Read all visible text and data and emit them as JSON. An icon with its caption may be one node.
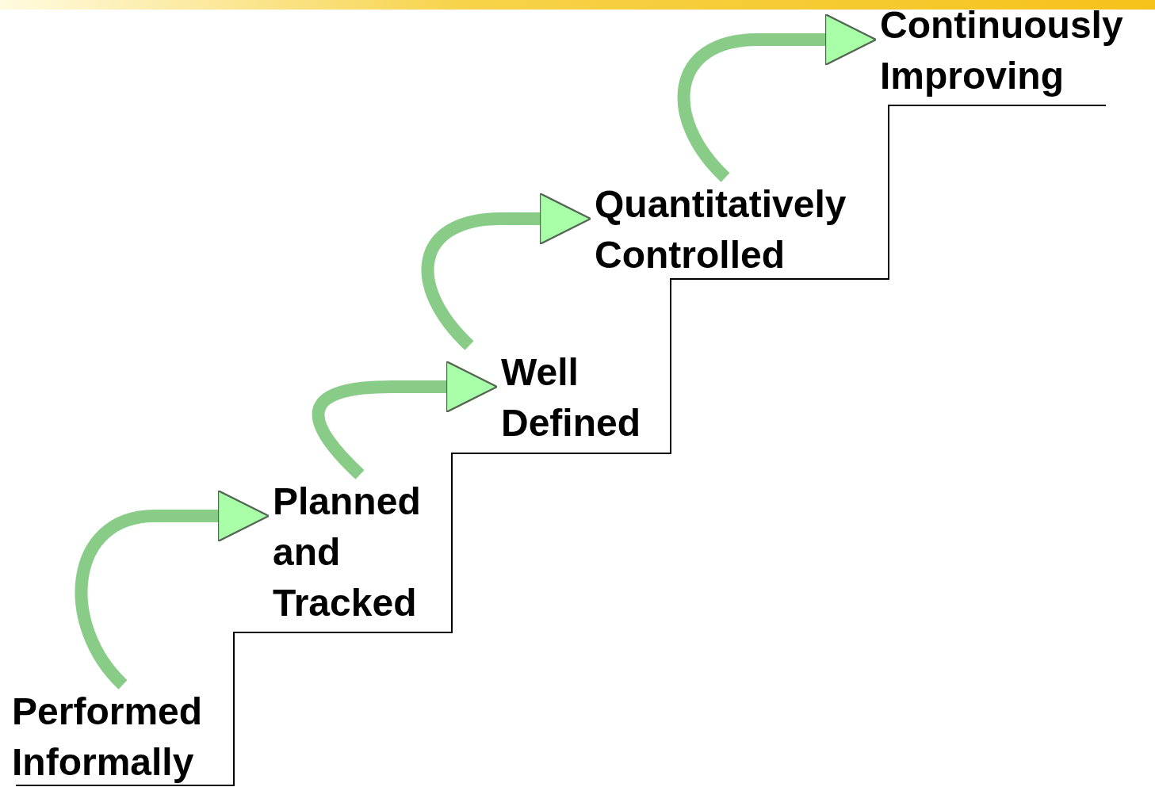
{
  "diagram": {
    "nodes": [
      {
        "text": [
          "Performed Informally"
        ]
      },
      {
        "text": [
          "Planned and Tracked"
        ]
      },
      {
        "text": [
          "Well Defined"
        ]
      },
      {
        "text": [
          "Quantitatively Controlled"
        ]
      },
      {
        "text": [
          "Continuously Improving"
        ]
      }
    ],
    "edges": [
      {
        "from": 0,
        "to": 1,
        "arrow": "to"
      },
      {
        "from": 1,
        "to": 2,
        "arrow": "to"
      },
      {
        "from": 2,
        "to": 3,
        "arrow": "to"
      },
      {
        "from": 3,
        "to": 4,
        "arrow": "to"
      }
    ]
  }
}
